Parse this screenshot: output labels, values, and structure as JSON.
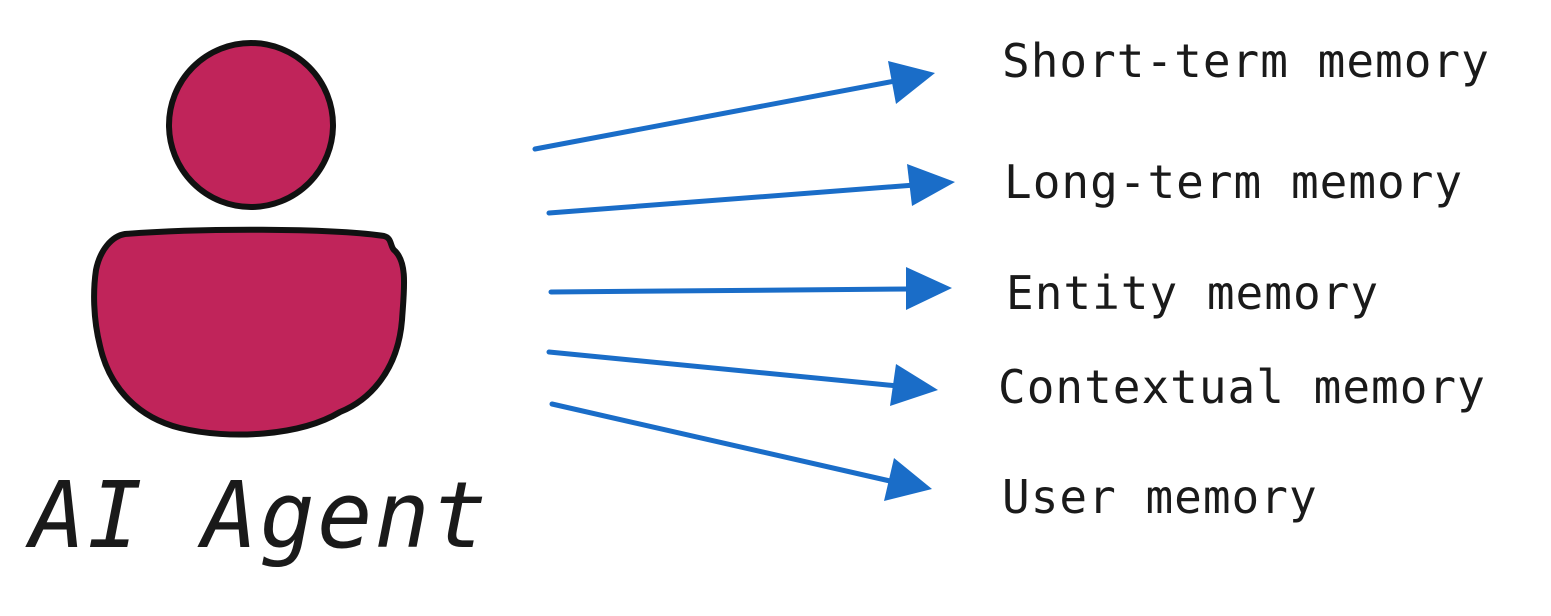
{
  "agent": {
    "label": "AI Agent",
    "icon": "person-icon",
    "fill_color": "#C0245A",
    "outline_color": "#111111"
  },
  "arrow_color": "#1A6DC8",
  "memory_types": [
    {
      "label": "Short-term memory"
    },
    {
      "label": "Long-term memory"
    },
    {
      "label": "Entity memory"
    },
    {
      "label": "Contextual memory"
    },
    {
      "label": "User memory"
    }
  ]
}
